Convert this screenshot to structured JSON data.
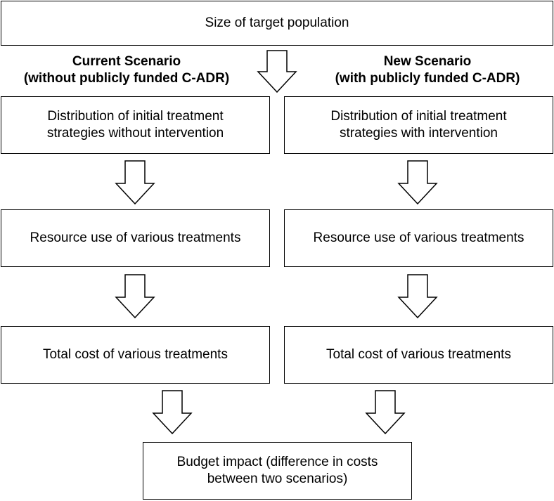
{
  "top_box": {
    "text": "Size of target population"
  },
  "scenarios": {
    "current": {
      "title": "Current Scenario",
      "subtitle": "(without publicly funded C-ADR)",
      "distribution": [
        "Distribution of initial treatment",
        "strategies without intervention"
      ],
      "resource_use": "Resource use of various treatments",
      "total_cost": "Total cost of various treatments"
    },
    "new": {
      "title": "New Scenario",
      "subtitle": "(with publicly funded C-ADR)",
      "distribution": [
        "Distribution of initial treatment",
        "strategies with intervention"
      ],
      "resource_use": "Resource use of various treatments",
      "total_cost": "Total cost of various treatments"
    }
  },
  "bottom_box": {
    "lines": [
      "Budget impact (difference in costs",
      "between two scenarios)"
    ]
  },
  "colors": {
    "stroke": "#000000",
    "fill": "#ffffff"
  },
  "icons": {
    "arrow": "down-arrow-icon"
  }
}
